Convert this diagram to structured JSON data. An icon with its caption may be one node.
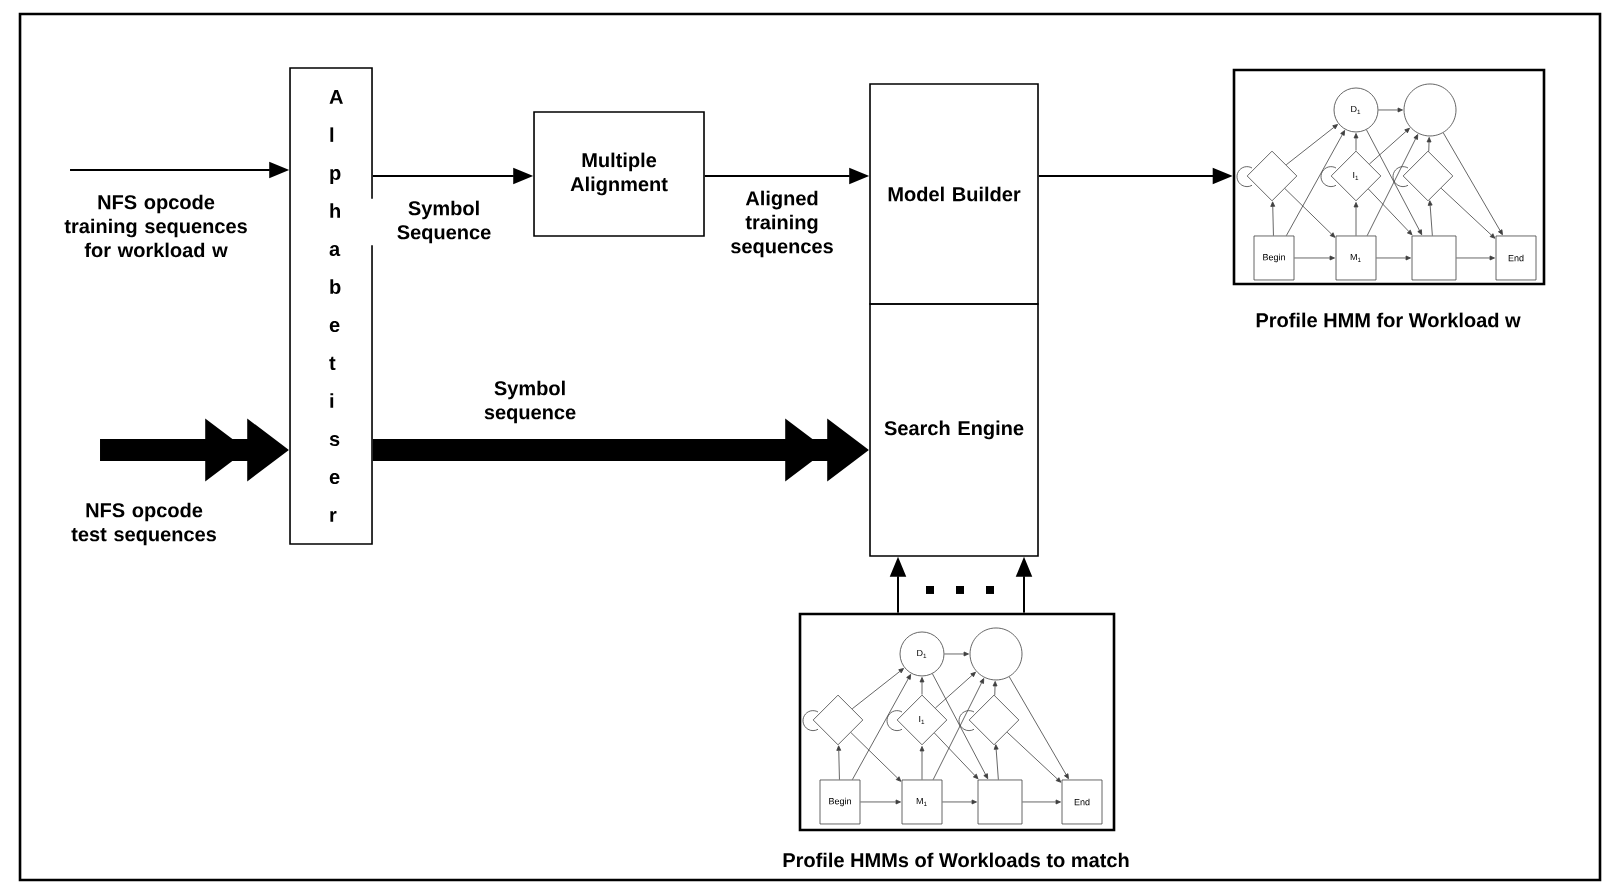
{
  "diagram": {
    "nodes": [
      {
        "text": [
          "Alphabetiser"
        ]
      },
      {
        "text": [
          "Multiple Alignment"
        ]
      },
      {
        "text": [
          "Model Builder"
        ]
      },
      {
        "text": [
          "Search Engine"
        ]
      },
      {
        "text": [],
        "shape": "picture",
        "beside": [
          "Profile HMM for Workload w"
        ]
      },
      {
        "text": [],
        "shape": "picture",
        "beside": [
          "Profile HMMs of Workloads to match"
        ]
      }
    ],
    "edges": [
      {
        "from": null,
        "to": 0,
        "arrow": "to",
        "label": "NFS opcode training sequences for workload w"
      },
      {
        "from": null,
        "to": 0,
        "arrow": "to",
        "style": "thick",
        "label": "NFS opcode test sequences"
      },
      {
        "from": 0,
        "to": 1,
        "arrow": "to",
        "label": "Symbol Sequence"
      },
      {
        "from": 1,
        "to": 2,
        "arrow": "to",
        "label": "Aligned training sequences"
      },
      {
        "from": 0,
        "to": 3,
        "arrow": "to",
        "style": "thick",
        "label": "Symbol sequence"
      },
      {
        "from": 2,
        "to": 4,
        "arrow": "to"
      },
      {
        "from": 5,
        "to": 3,
        "arrow": "to"
      },
      {
        "from": 5,
        "to": 3,
        "arrow": "to"
      }
    ],
    "labels": [
      "D$_{1}$",
      "I$_{1}$",
      "Begin",
      "M$_{1}$",
      "End",
      "D$_{1}$",
      "I$_{1}$",
      "Begin",
      "M$_{1}$",
      "End"
    ]
  }
}
